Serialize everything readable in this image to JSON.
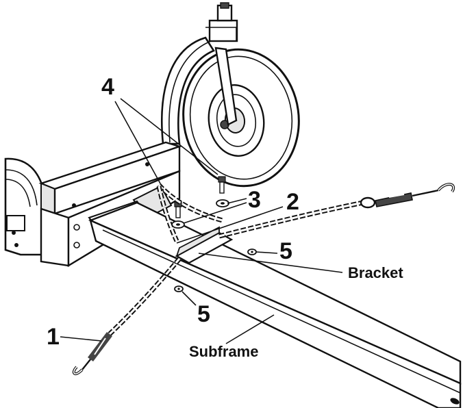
{
  "callouts": {
    "c1": "1",
    "c2": "2",
    "c3": "3",
    "c4": "4",
    "c5a": "5",
    "c5b": "5",
    "bracket": "Bracket",
    "subframe": "Subframe"
  },
  "colors": {
    "line": "#111111",
    "fill_light": "#ffffff",
    "fill_shade": "#e6e6e6",
    "fill_dark": "#444444"
  }
}
